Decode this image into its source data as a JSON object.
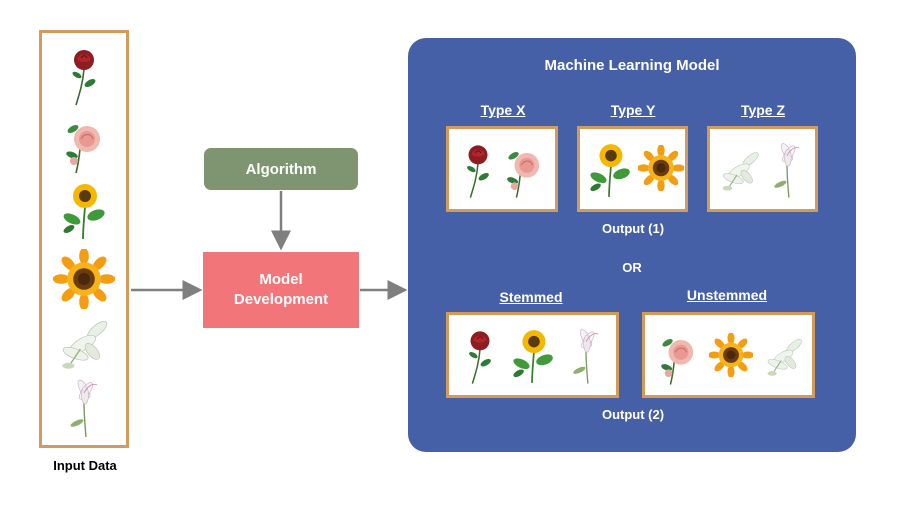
{
  "input": {
    "label": "Input Data"
  },
  "algorithm": {
    "label": "Algorithm"
  },
  "model_development": {
    "label": "Model Development"
  },
  "ml_model": {
    "title": "Machine Learning Model",
    "types": [
      {
        "label": "Type X",
        "flowers": [
          "rose-red-icon",
          "rose-pink-icon"
        ]
      },
      {
        "label": "Type Y",
        "flowers": [
          "sunflower-stemmed-icon",
          "sunflower-head-icon"
        ]
      },
      {
        "label": "Type Z",
        "flowers": [
          "lily-white-icon",
          "lily-stemmed-icon"
        ]
      }
    ],
    "output1": "Output (1)",
    "or": "OR",
    "groups": [
      {
        "label": "Stemmed",
        "flowers": [
          "rose-red-icon",
          "sunflower-stemmed-icon",
          "lily-stemmed-icon"
        ]
      },
      {
        "label": "Unstemmed",
        "flowers": [
          "rose-pink-icon",
          "sunflower-head-icon",
          "lily-white-icon"
        ]
      }
    ],
    "output2": "Output (2)"
  },
  "colors": {
    "panel": "#4660a8",
    "algorithm": "#7f9470",
    "model_development": "#f2757a",
    "frame_border": "#d39a5a",
    "arrow": "#7f7f7f"
  }
}
